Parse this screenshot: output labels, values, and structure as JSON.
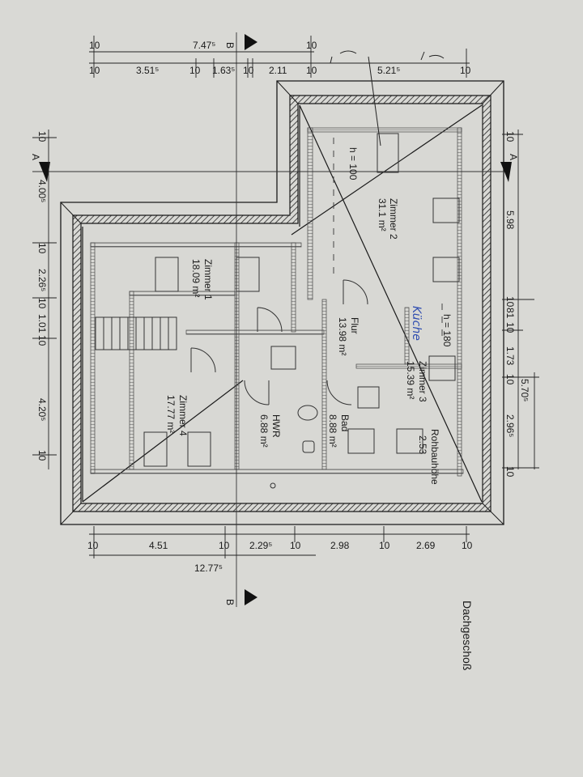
{
  "title": "Dachgeschoß",
  "sections": {
    "a": "A",
    "b": "B"
  },
  "rooms": {
    "zimmer2": {
      "name": "Zimmer 2",
      "area": "31.1 m²",
      "height": "h = 100"
    },
    "zimmer1": {
      "name": "Zimmer 1",
      "area": "18.09 m²"
    },
    "zimmer3": {
      "name": "Zimmer 3",
      "area": "15.39 m²",
      "note": "Küche",
      "height": "h = 180"
    },
    "flur": {
      "name": "Flur",
      "area": "13.98 m²"
    },
    "bad": {
      "name": "Bad",
      "area": "8.88 m²"
    },
    "hwr": {
      "name": "HWR",
      "area": "6.88 m²"
    },
    "zimmer4": {
      "name": "Zimmer 4",
      "area": "17.77 m²"
    },
    "rohbau": {
      "name": "Rohbauhöhe",
      "value": "2.53"
    }
  },
  "dims_top": {
    "r1": [
      "10",
      "7.47⁵",
      "10"
    ],
    "r2": [
      "10",
      "3.51⁵",
      "10",
      "1.63⁵",
      "10",
      "2.11",
      "10",
      "5.21⁵",
      "10"
    ]
  },
  "dims_left": [
    "10",
    "4.00⁵",
    "10",
    "2.26⁵",
    "10",
    "1.01",
    "10",
    "4.20⁵",
    "10"
  ],
  "dims_right": {
    "inner": [
      "10",
      "5.98",
      "10",
      "1.73",
      "10",
      "2.96⁵",
      "10"
    ],
    "inner_extra": "81",
    "outer": [
      "5.70⁵"
    ]
  },
  "dims_bottom": {
    "r1": [
      "10",
      "4.51",
      "10",
      "2.29⁵",
      "10",
      "2.98",
      "10",
      "2.69",
      "10"
    ],
    "total": "12.77⁵"
  }
}
